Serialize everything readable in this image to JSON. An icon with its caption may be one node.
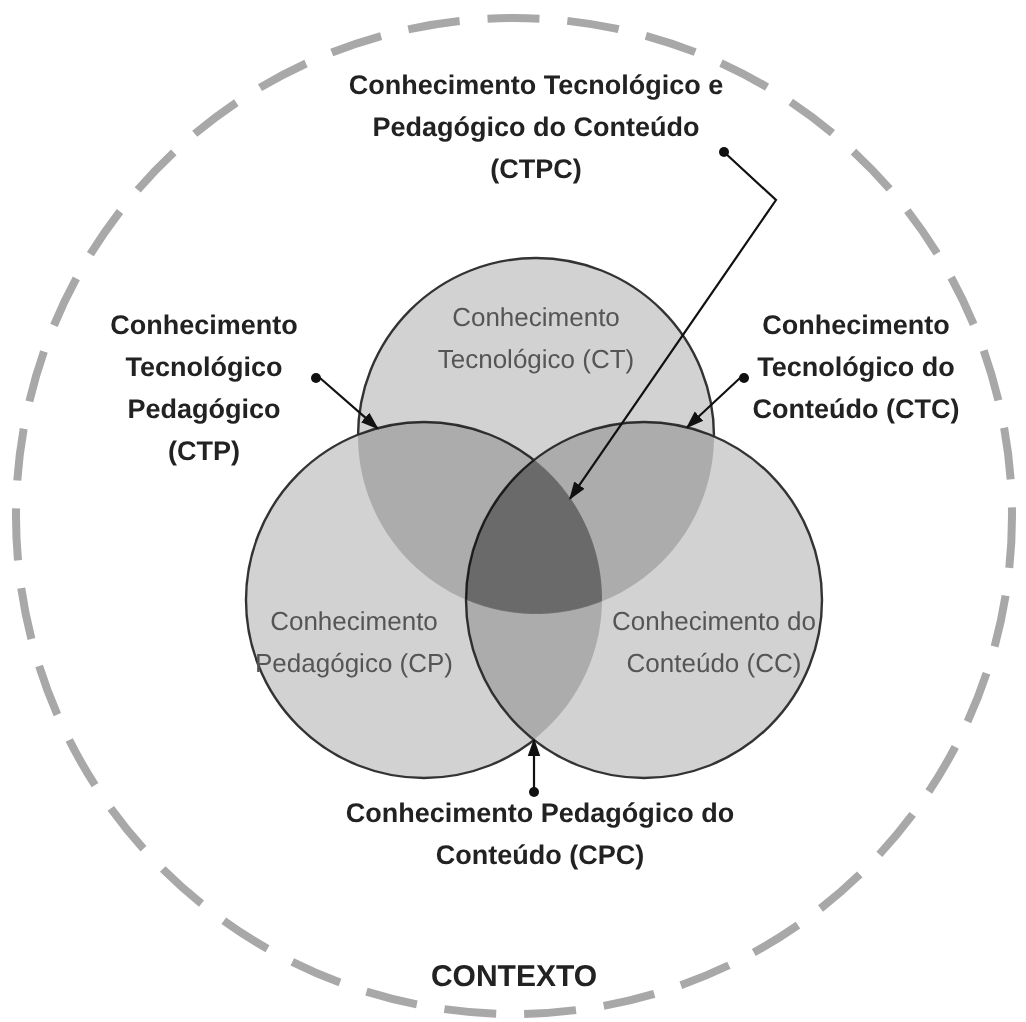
{
  "diagram": {
    "nodes": [
      {
        "text": [
          "CONTEXTO"
        ]
      },
      {
        "text": [
          "Conhecimento Tecnológico (CT)"
        ],
        "in": 0
      },
      {
        "text": [
          "Conhecimento Pedagógico (CP)"
        ],
        "in": 0
      },
      {
        "text": [
          "Conhecimento do Conteúdo (CC)"
        ],
        "in": 0
      },
      {
        "text": [
          "Conhecimento Tecnológico e Pedagógico do Conteúdo (CTPC)"
        ],
        "in": 0
      },
      {
        "text": [
          "Conhecimento Tecnológico Pedagógico (CTP)"
        ],
        "in": 0
      },
      {
        "text": [
          "Conhecimento Tecnológico do Conteúdo (CTC)"
        ],
        "in": 0
      },
      {
        "text": [
          "Conhecimento Pedagógico do Conteúdo (CPC)"
        ],
        "in": 0
      },
      {
        "text": [],
        "shape": "lens"
      },
      {
        "text": [],
        "shape": "lens"
      },
      {
        "text": [],
        "shape": "lens"
      },
      {
        "text": [],
        "shape": "triangle"
      }
    ],
    "edges": [
      {
        "from": 4,
        "to": 11,
        "arrow": "to"
      },
      {
        "from": 5,
        "to": 8,
        "arrow": "to"
      },
      {
        "from": 6,
        "to": 9,
        "arrow": "to"
      },
      {
        "from": 7,
        "to": 10,
        "arrow": "to"
      }
    ]
  }
}
